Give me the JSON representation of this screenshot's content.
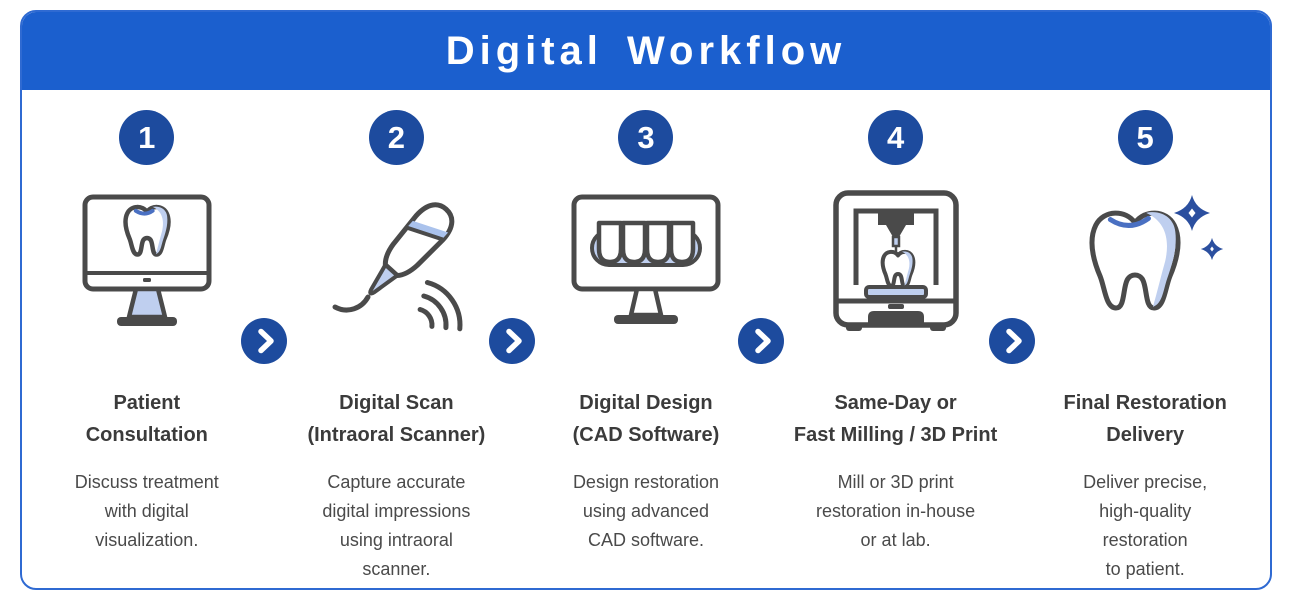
{
  "header": {
    "title": "Digital Workflow"
  },
  "colors": {
    "header_bg": "#1b5fce",
    "card_border": "#2f6ad2",
    "badge_bg": "#1d4b9e",
    "icon_stroke": "#4a4a4a",
    "icon_light_blue": "#bfcfef",
    "icon_accent_blue": "#4a70c2",
    "sparkle_blue": "#2b4f9f",
    "heading_text": "#3b3b3b",
    "body_text": "#4a4a4a"
  },
  "arrow": {
    "icon": "chevron-right-icon",
    "glyph": "›"
  },
  "steps": [
    {
      "number": "1",
      "icon": "monitor-tooth-icon",
      "title": "Patient\nConsultation",
      "description": "Discuss treatment\nwith digital\nvisualization."
    },
    {
      "number": "2",
      "icon": "intraoral-scanner-icon",
      "title": "Digital Scan\n(Intraoral Scanner)",
      "description": "Capture accurate\ndigital impressions\nusing intraoral\nscanner."
    },
    {
      "number": "3",
      "icon": "monitor-teeth-icon",
      "title": "Digital Design\n(CAD Software)",
      "description": "Design restoration\nusing advanced\nCAD software."
    },
    {
      "number": "4",
      "icon": "3d-printer-tooth-icon",
      "title": "Same-Day or\nFast Milling / 3D Print",
      "description": "Mill or 3D print\nrestoration in-house\nor at lab."
    },
    {
      "number": "5",
      "icon": "tooth-sparkle-icon",
      "title": "Final Restoration\nDelivery",
      "description": "Deliver precise,\nhigh-quality\nrestoration\nto patient."
    }
  ]
}
